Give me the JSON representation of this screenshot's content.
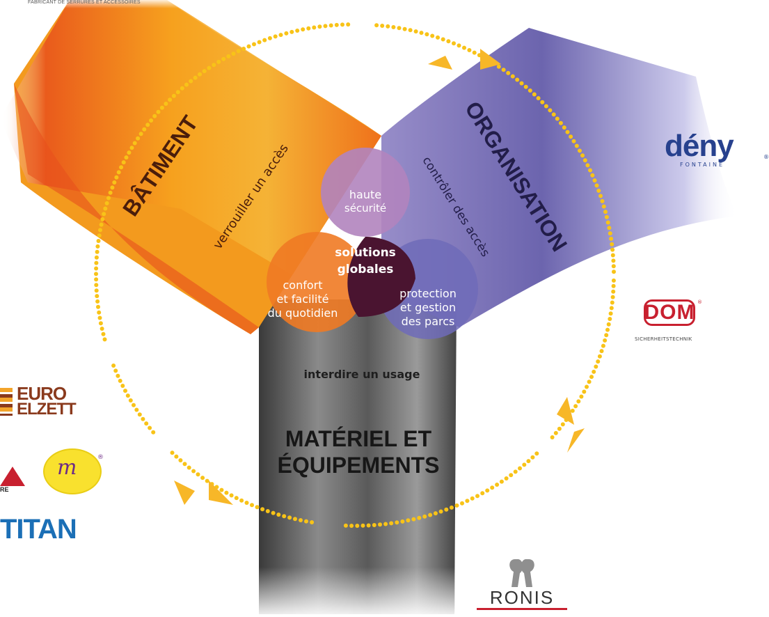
{
  "tagline": "FABRICANT DE SERRURES ET ACCESSOIRES",
  "colors": {
    "orange": "#F08A14",
    "orange_dark": "#E8501C",
    "purple": "#6D63AE",
    "purple_light": "#B8B6E2",
    "grey": "#6f6f6f",
    "center": "#4A1430",
    "dots": "#F8C318",
    "arrow": "#F7B728"
  },
  "branches": {
    "left": {
      "title": "BÂTIMENT",
      "subtitle": "verrouiller un accès"
    },
    "right": {
      "title": "ORGANISATION",
      "subtitle": "contrôler des accès"
    },
    "bottom": {
      "title_line1": "MATÉRIEL ET",
      "title_line2": "ÉQUIPEMENTS",
      "subtitle": "interdire un usage"
    }
  },
  "venn": {
    "top": {
      "line1": "haute",
      "line2": "sécurité"
    },
    "left": {
      "line1": "confort",
      "line2": "et facilité",
      "line3": "du quotidien"
    },
    "right": {
      "line1": "protection",
      "line2": "et gestion",
      "line3": "des parcs"
    },
    "center": {
      "line1": "solutions",
      "line2": "globales"
    }
  },
  "brands": {
    "deny": {
      "name": "dény",
      "sub": "FONTAINE",
      "mark": "®"
    },
    "dom": {
      "name": "DOM",
      "sub": "SICHERHEITSTECHNIK",
      "mark": "®"
    },
    "ronis": {
      "name": "RONIS"
    },
    "euro_elzett": {
      "line1": "EURO",
      "line2": "ELZETT"
    },
    "titan": {
      "name": "TITAN"
    },
    "partial_left": {
      "text": "RE"
    },
    "round_logo": {
      "mark": "®"
    }
  }
}
